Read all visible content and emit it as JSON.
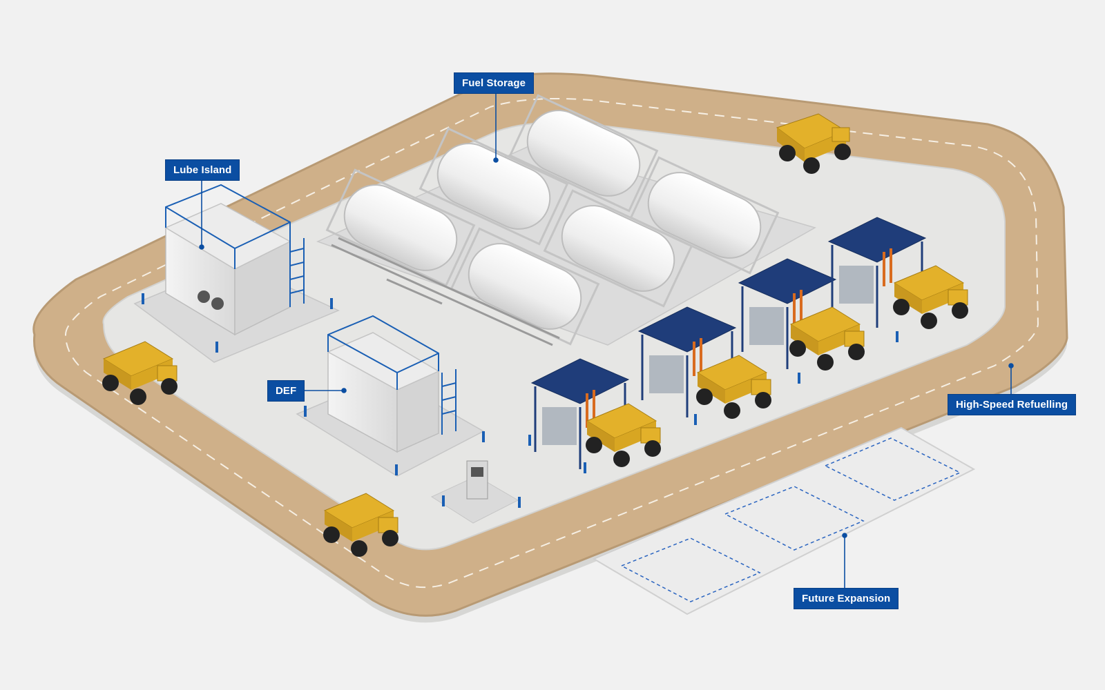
{
  "labels": {
    "fuel_storage": "Fuel Storage",
    "lube_island": "Lube Island",
    "def": "DEF",
    "high_speed_refuelling": "High-Speed Refuelling",
    "future_expansion": "Future Expansion"
  },
  "colors": {
    "background": "#f1f1f1",
    "pad": "#e4e4e2",
    "road": "#cfb089",
    "road_edge": "#a98c68",
    "label_blue": "#0b4ea2",
    "tank_white": "#f3f3f3",
    "canopy_blue": "#1f3d7a",
    "truck_yellow": "#e3b12a",
    "bollard_blue": "#1a5fb4"
  },
  "counts": {
    "fuel_tanks": 6,
    "refuelling_bays": 4,
    "haul_trucks": 7,
    "expansion_plots": 3
  }
}
